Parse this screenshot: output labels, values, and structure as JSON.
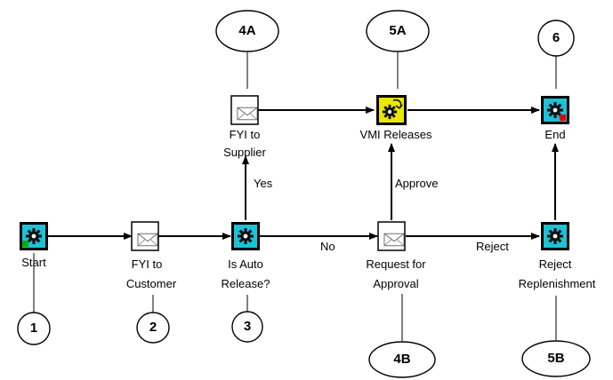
{
  "nodes": {
    "start": {
      "label": "Start",
      "icon": "function-gear-start-icon"
    },
    "fyi_customer": {
      "label_line1": "FYI to",
      "label_line2": "Customer",
      "icon": "envelope-notification-icon"
    },
    "auto_release": {
      "label_line1": "Is Auto",
      "label_line2": "Release?",
      "icon": "function-gear-icon"
    },
    "fyi_supplier": {
      "label_line1": "FYI to",
      "label_line2": "Supplier",
      "icon": "envelope-notification-icon"
    },
    "vmi_releases": {
      "label": "VMI Releases",
      "icon": "process-gear-icon"
    },
    "request_approval": {
      "label_line1": "Request for",
      "label_line2": "Approval",
      "icon": "envelope-notification-icon"
    },
    "end": {
      "label": "End",
      "icon": "function-gear-end-icon"
    },
    "reject_replenishment": {
      "label_line1": "Reject",
      "label_line2": "Replenishment",
      "icon": "function-gear-icon"
    }
  },
  "edges": {
    "yes": "Yes",
    "no": "No",
    "approve": "Approve",
    "reject": "Reject"
  },
  "callouts": [
    "1",
    "2",
    "3",
    "4A",
    "4B",
    "5A",
    "5B",
    "6"
  ],
  "colors": {
    "function_node_fill": "#1cc3d8",
    "process_node_fill": "#e8e800",
    "notification_node_fill": "#ffffff",
    "start_marker": "#00b000",
    "end_marker": "#e00000",
    "line": "#000000"
  }
}
